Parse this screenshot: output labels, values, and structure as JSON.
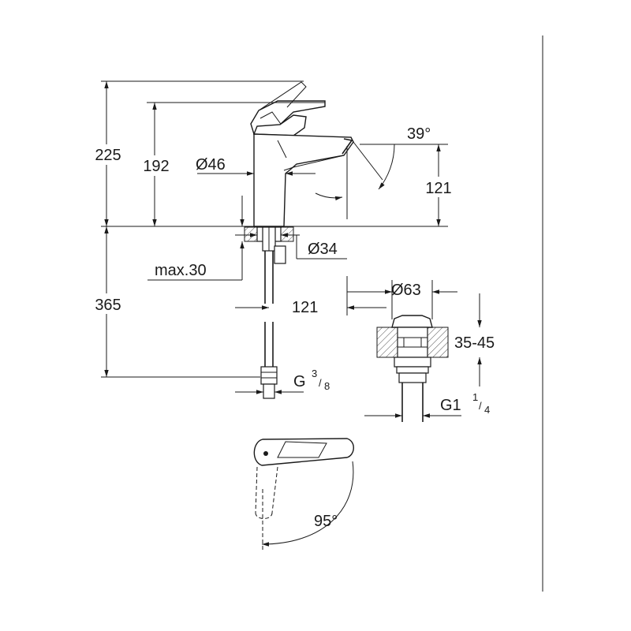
{
  "dimensions": {
    "total_height": "225",
    "spout_height": "192",
    "base_diameter": "Ø46",
    "spout_angle": "39°",
    "spout_rise": "121",
    "hole_diameter": "Ø34",
    "max_thickness": "max.30",
    "hose_length": "365",
    "spout_reach": "121",
    "waste_diameter": "Ø63",
    "waste_range": "35-45",
    "hose_thread_base": "G",
    "hose_thread_num": "3",
    "hose_thread_den": "8",
    "waste_thread_base": "G1",
    "waste_thread_num": "1",
    "waste_thread_den": "4",
    "lever_rotation": "95°"
  }
}
